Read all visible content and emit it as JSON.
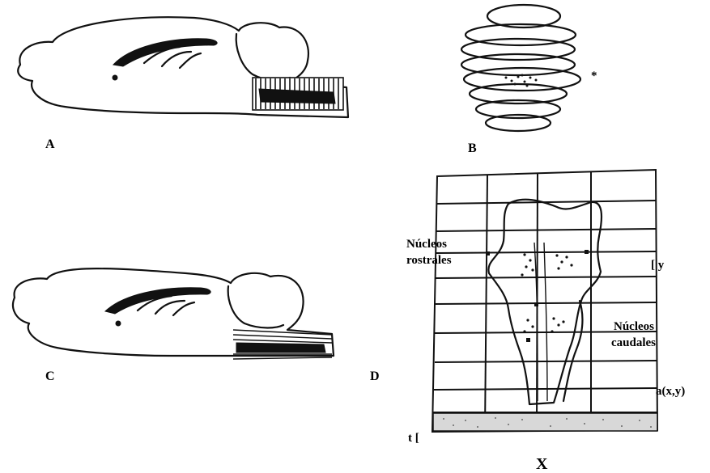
{
  "panels": {
    "a": {
      "label": "A"
    },
    "b": {
      "label": "B",
      "marker": "*"
    },
    "c": {
      "label": "C"
    },
    "d": {
      "label": "D"
    }
  },
  "annotations": {
    "nucleos_rostrales_1": "Núcleos",
    "nucleos_rostrales_2": "rostrales",
    "nucleos_caudales_1": "Núcleos",
    "nucleos_caudales_2": "caudales",
    "y_bracket": "[ y",
    "point_label": "a(x,y)",
    "t_bracket": "t [",
    "x_axis": "X"
  }
}
